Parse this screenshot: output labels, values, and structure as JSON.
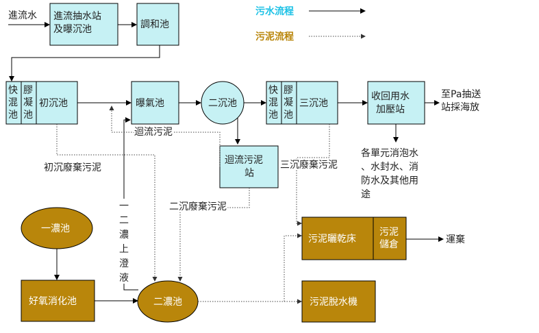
{
  "legend": {
    "sewage_label": "污水流程",
    "sludge_label": "污泥流程",
    "sewage_color": "#1ec2e6",
    "sludge_color": "#b9860b"
  },
  "nodes": {
    "inflow": "進流水",
    "pump_line1": "進流抽水站",
    "pump_line2": "及曝沉池",
    "equalization": "調和池",
    "quick_mix1": [
      "快",
      "混",
      "池"
    ],
    "coag1": [
      "膠",
      "凝",
      "池"
    ],
    "primary": "初沉池",
    "aeration": "曝氣池",
    "secondary": "二沉池",
    "quick_mix2": [
      "快",
      "混",
      "池"
    ],
    "coag2": [
      "膠",
      "凝",
      "池"
    ],
    "tertiary": "三沉池",
    "reclaim_line1": "收回用水",
    "reclaim_line2": "加壓站",
    "outfall_line1": "至Pa抽送",
    "outfall_line2": "站採海放",
    "reuse_lines": [
      "各單元消泡水",
      "、水封水、消",
      "防水及其他用",
      "途"
    ],
    "return_station_line1": "迴流污泥",
    "return_station_line2": "站",
    "thick1": "一濃池",
    "aerobic_digester": "好氧消化池",
    "thick2": "二濃池",
    "drying_bed": "污泥曬乾床",
    "storage_line1": "污泥",
    "storage_line2": "儲倉",
    "dewatering": "污泥脫水機",
    "disposal": "運棄"
  },
  "flow_labels": {
    "return_sludge": "迴流污泥",
    "primary_waste": "初沉廢棄污泥",
    "secondary_waste": "二沉廢棄污泥",
    "tertiary_waste": "三沉廢棄污泥",
    "supernatant": [
      "一",
      "二",
      "濃",
      "上",
      "澄",
      "液"
    ]
  }
}
